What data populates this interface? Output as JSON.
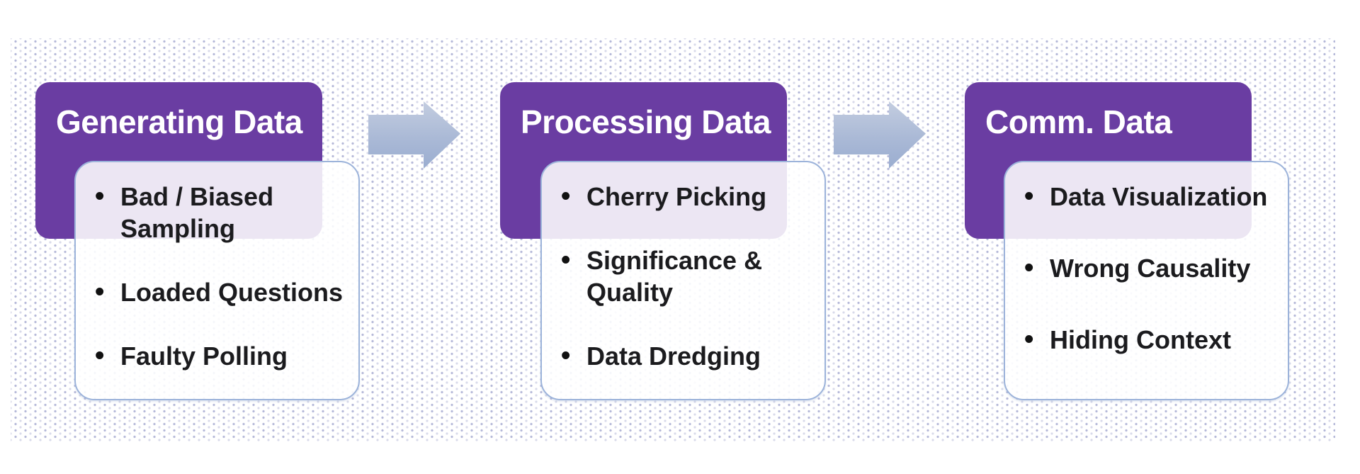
{
  "slide": {
    "steps": [
      {
        "title": "Generating Data",
        "bullets": [
          "Bad / Biased Sampling",
          "Loaded Questions",
          "Faulty Polling"
        ]
      },
      {
        "title": "Processing Data",
        "bullets": [
          "Cherry Picking",
          "Significance & Quality",
          "Data Dredging"
        ]
      },
      {
        "title": "Comm. Data",
        "bullets": [
          "Data Visualization",
          "Wrong Causality",
          "Hiding Context"
        ]
      }
    ],
    "icons": {
      "bullet_glyph": "•",
      "arrow": "right-block-arrow"
    },
    "colors": {
      "header_fill": "#6a3da2",
      "header_text": "#ffffff",
      "card_border": "#9cb3da",
      "card_overlap_tint": "#eae6f2",
      "bullet_text": "#1b1b1e",
      "arrow_fill": "#aab9d6",
      "background_dots": "#6e74b4",
      "page_background": "#ffffff"
    }
  }
}
